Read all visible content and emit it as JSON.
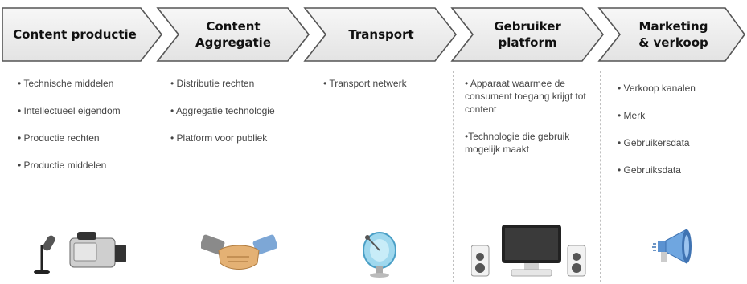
{
  "steps": [
    {
      "title": "Content productie",
      "items": [
        "• Technische middelen",
        "• Intellectueel eigendom",
        "• Productie rechten",
        "• Productie middelen"
      ]
    },
    {
      "title": "Content\nAggregatie",
      "items": [
        "• Distributie rechten",
        "• Aggregatie technologie",
        "• Platform voor publiek"
      ]
    },
    {
      "title": "Transport",
      "items": [
        "• Transport netwerk"
      ]
    },
    {
      "title": "Gebruiker\nplatform",
      "items": [
        "• Apparaat waarmee de consument toegang krijgt tot content",
        "•Technologie die gebruik mogelijk maakt"
      ]
    },
    {
      "title": "Marketing\n& verkoop",
      "items": [
        "• Verkoop kanalen",
        "• Merk",
        "• Gebruikersdata",
        "• Gebruiksdata"
      ]
    }
  ],
  "icons": [
    "microphone-camera-icon",
    "handshake-icon",
    "satellite-dish-icon",
    "computer-speakers-icon",
    "megaphone-icon"
  ],
  "colors": {
    "chevron_fill": "#eeeeee",
    "chevron_stroke": "#555555",
    "separator": "#bfbfbf"
  }
}
